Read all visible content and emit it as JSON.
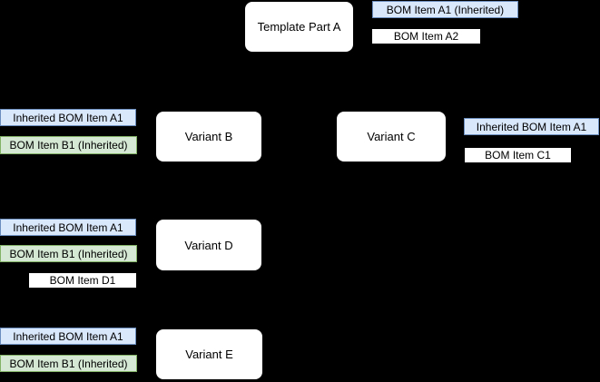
{
  "diagram": {
    "colors": {
      "background": "#000000",
      "node_fill": "#ffffff",
      "node_stroke": "#000000",
      "inherited_template_fill": "#dae8fc",
      "inherited_template_stroke": "#6c8ebf",
      "inherited_variant_fill": "#d5e8d4",
      "inherited_variant_stroke": "#82b366",
      "own_fill": "#ffffff",
      "own_stroke": "#000000"
    },
    "nodes": {
      "template_a": "Template Part A",
      "variant_b": "Variant B",
      "variant_c": "Variant C",
      "variant_d": "Variant D",
      "variant_e": "Variant E"
    },
    "bom_groups": {
      "template_a": [
        {
          "text": "BOM Item A1 (Inherited)",
          "type": "inherited-template"
        },
        {
          "text": "BOM Item A2",
          "type": "own"
        }
      ],
      "variant_b": [
        {
          "text": "Inherited BOM Item A1",
          "type": "inherited-template"
        },
        {
          "text": "BOM Item B1 (Inherited)",
          "type": "inherited-variant"
        }
      ],
      "variant_c": [
        {
          "text": "Inherited BOM Item A1",
          "type": "inherited-template"
        },
        {
          "text": "BOM Item C1",
          "type": "own"
        }
      ],
      "variant_d": [
        {
          "text": "Inherited BOM Item A1",
          "type": "inherited-template"
        },
        {
          "text": "BOM Item B1 (Inherited)",
          "type": "inherited-variant"
        },
        {
          "text": "BOM Item D1",
          "type": "own"
        }
      ],
      "variant_e": [
        {
          "text": "Inherited BOM Item A1",
          "type": "inherited-template"
        },
        {
          "text": "BOM Item B1 (Inherited)",
          "type": "inherited-variant"
        }
      ]
    }
  }
}
